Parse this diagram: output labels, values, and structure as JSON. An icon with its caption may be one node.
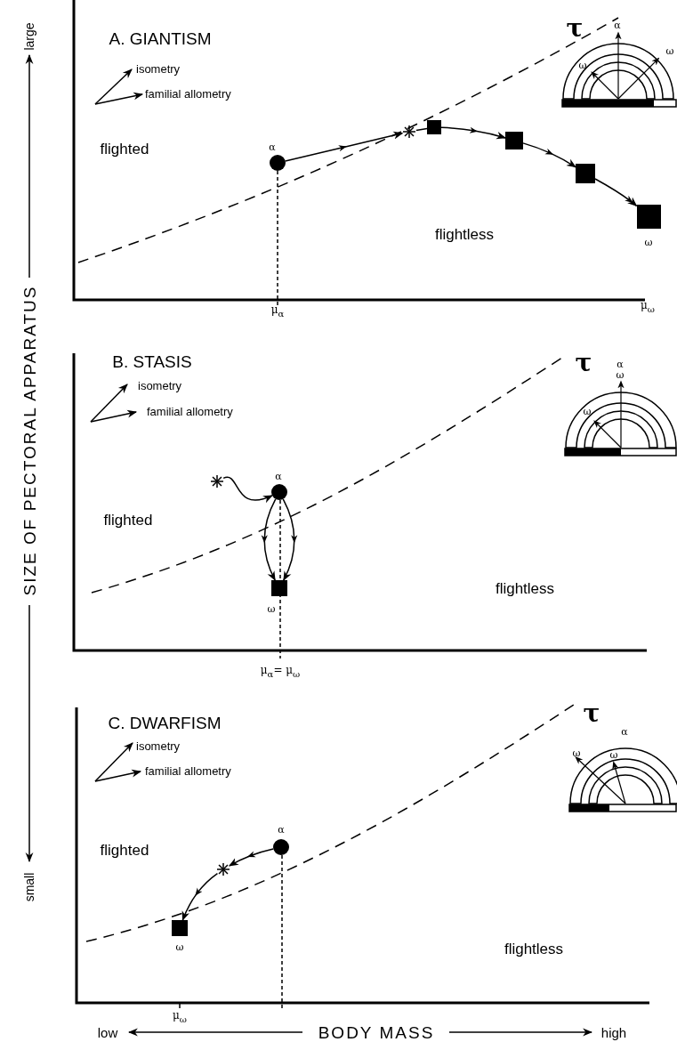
{
  "diagram": {
    "nodes": [
      {
        "text": [],
        "shape": "circle",
        "beside": [
          "α"
        ]
      },
      {
        "text": [],
        "shape": "asterisk"
      },
      {
        "text": [],
        "shape": "box"
      },
      {
        "text": [],
        "shape": "box"
      },
      {
        "text": [],
        "shape": "box"
      },
      {
        "text": [],
        "shape": "box",
        "beside": [
          "ω"
        ]
      },
      {
        "text": [],
        "shape": "asterisk"
      },
      {
        "text": [],
        "shape": "circle",
        "beside": [
          "α"
        ]
      },
      {
        "text": [],
        "shape": "box",
        "beside": [
          "ω"
        ]
      },
      {
        "text": [],
        "shape": "circle",
        "beside": [
          "α"
        ]
      },
      {
        "text": [],
        "shape": "asterisk"
      },
      {
        "text": [],
        "shape": "box",
        "beside": [
          "ω"
        ]
      }
    ],
    "edges": [
      {
        "from": 0,
        "to": 1,
        "arrow": "to"
      },
      {
        "from": 1,
        "to": 2,
        "arrow": "none"
      },
      {
        "from": 2,
        "to": 3,
        "arrow": "to"
      },
      {
        "from": 3,
        "to": 4,
        "arrow": "to"
      },
      {
        "from": 4,
        "to": 5,
        "arrow": "to"
      },
      {
        "from": 6,
        "to": 7,
        "arrow": "to"
      },
      {
        "from": 7,
        "to": 8,
        "arrow": "to"
      },
      {
        "from": 7,
        "to": 8,
        "arrow": "to"
      },
      {
        "from": 9,
        "to": 10,
        "arrow": "to"
      },
      {
        "from": 10,
        "to": 11,
        "arrow": "to"
      }
    ],
    "labels": [
      "A. GIANTISM",
      "τ",
      "α",
      "ω",
      "ω",
      "flighted",
      "flightless",
      "μ$_{α}$",
      "μ$_{ω}$",
      "B. STASIS",
      "τ",
      "α",
      "ω",
      "ω",
      "flighted",
      "flightless",
      "μ$_{α}$= μ$_{ω}$",
      "C. DWARFISM",
      "τ",
      "α",
      "ω",
      "ω",
      "flighted",
      "flightless",
      "μ$_{ω}$",
      "large",
      "SIZE OF PECTORAL APPARATUS",
      "small",
      "low",
      "BODY MASS",
      "high"
    ],
    "legend": [
      {
        "text": "isometry"
      },
      {
        "text": "familial allometry"
      },
      {
        "text": "isometry"
      },
      {
        "text": "familial allometry"
      },
      {
        "text": "isometry"
      },
      {
        "text": "familial allometry"
      }
    ]
  }
}
